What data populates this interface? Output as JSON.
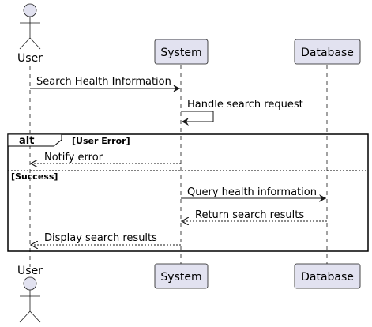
{
  "participants": {
    "user": {
      "label": "User",
      "kind": "actor"
    },
    "system": {
      "label": "System",
      "kind": "participant"
    },
    "database": {
      "label": "Database",
      "kind": "participant"
    }
  },
  "messages": [
    {
      "label": "Search Health Information",
      "from": "User",
      "to": "System",
      "style": "sync"
    },
    {
      "label": "Handle search request",
      "from": "System",
      "to": "System",
      "style": "self"
    },
    {
      "label": "Notify error",
      "from": "System",
      "to": "User",
      "style": "reply"
    },
    {
      "label": "Query health information",
      "from": "System",
      "to": "Database",
      "style": "sync"
    },
    {
      "label": "Return search results",
      "from": "Database",
      "to": "System",
      "style": "reply"
    },
    {
      "label": "Display search results",
      "from": "System",
      "to": "User",
      "style": "reply"
    }
  ],
  "fragment": {
    "keyword": "alt",
    "guards": [
      "[User Error]",
      "[Success]"
    ]
  },
  "colors": {
    "participant_fill": "#E2E2F0",
    "participant_border": "#181818",
    "lifeline": "#181818",
    "arrow": "#181818"
  }
}
